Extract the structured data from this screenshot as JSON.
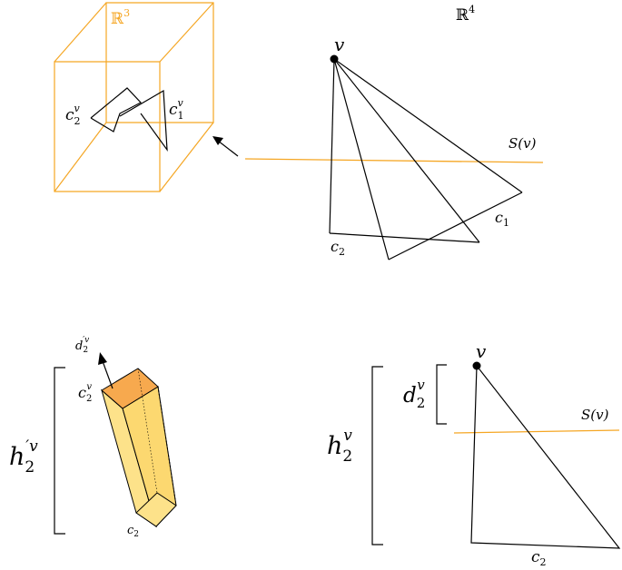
{
  "colors": {
    "accent_orange": "#f5a623",
    "prism_fill": "#fde28a",
    "prism_top": "#f7a94e",
    "ink": "#000000"
  },
  "top_left": {
    "space_label": "ℝ",
    "space_exp": "3",
    "c2_base": "c",
    "c2_sub": "2",
    "c2_sup": "v",
    "c1_base": "c",
    "c1_sub": "1",
    "c1_sup": "v"
  },
  "top_right": {
    "space_label": "ℝ",
    "space_exp": "4",
    "vertex_label": "v",
    "slice_label": "S(v)",
    "c1_base": "c",
    "c1_sub": "1",
    "c2_base": "c",
    "c2_sub": "2"
  },
  "bottom_left": {
    "d_base": "d",
    "d_sub": "2",
    "d_sup": "′v",
    "c2v_base": "c",
    "c2v_sub": "2",
    "c2v_sup": "v",
    "h_base": "h",
    "h_sub": "2",
    "h_sup": "′v",
    "c2_base": "c",
    "c2_sub": "2"
  },
  "bottom_right": {
    "vertex_label": "v",
    "d_base": "d",
    "d_sub": "2",
    "d_sup": "v",
    "slice_label": "S(v)",
    "h_base": "h",
    "h_sub": "2",
    "h_sup": "v",
    "c2_base": "c",
    "c2_sub": "2"
  }
}
